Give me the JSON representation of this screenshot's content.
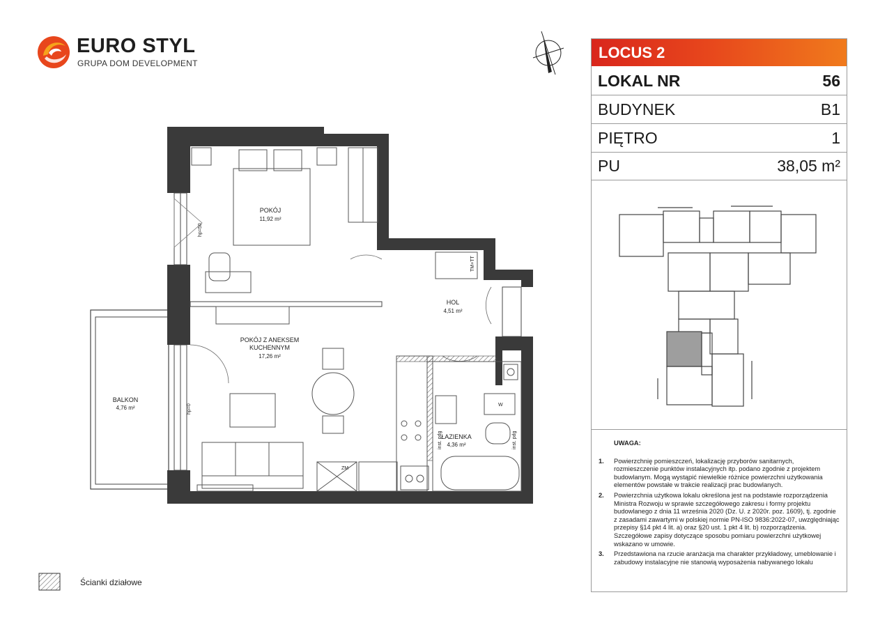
{
  "logo": {
    "brand": "EURO STYL",
    "subtitle": "GRUPA DOM DEVELOPMENT"
  },
  "header": {
    "title": "LOCUS 2"
  },
  "info_rows": [
    {
      "label": "LOKAL NR",
      "value": "56"
    },
    {
      "label": "BUDYNEK",
      "value": "B1"
    },
    {
      "label": "PIĘTRO",
      "value": "1"
    },
    {
      "label": "PU",
      "value": "38,05 m²"
    }
  ],
  "rooms": {
    "pokoj": {
      "name": "POKÓJ",
      "area": "11,92 m²"
    },
    "hol": {
      "name": "HOL",
      "area": "4,51 m²"
    },
    "pokoj_aneks": {
      "name_line1": "POKÓJ Z ANEKSEM",
      "name_line2": "KUCHENNYM",
      "area": "17,26 m²"
    },
    "balkon": {
      "name": "BALKON",
      "area": "4,76 m²"
    },
    "lazienka": {
      "name": "ŁAZIENKA",
      "area": "4,36 m²"
    }
  },
  "plan_marks": {
    "hp50": "hp=50",
    "hp0": "hp=0",
    "tm_tt": "TM+TT",
    "zm": "ZM",
    "w": "W",
    "inst1": "inst. pdg",
    "inst2": "inst. pdg"
  },
  "legend": {
    "label": "Ścianki działowe"
  },
  "notes": {
    "title": "UWAGA:",
    "items": [
      {
        "num": "1.",
        "text": "Powierzchnię pomieszczeń, lokalizację przyborów sanitarnych, rozmieszczenie punktów instalacyjnych itp. podano zgodnie z projektem budowlanym. Mogą wystąpić niewielkie różnice powierzchni użytkowania elementów powstałe w trakcie realizacji prac budowlanych."
      },
      {
        "num": "2.",
        "text": "Powierzchnia użytkowa lokalu określona jest na podstawie rozporządzenia Ministra Rozwoju w sprawie szczegółowego zakresu i formy projektu budowlanego z dnia 11 września 2020 (Dz. U. z 2020r. poz. 1609), tj. zgodnie z zasadami zawartymi w polskiej normie PN-ISO 9836:2022-07, uwzględniając przepisy §14 pkt 4 lit. a) oraz §20 ust. 1 pkt 4 lit. b) rozporządzenia. Szczegółowe zapisy dotyczące sposobu pomiaru powierzchni użytkowej wskazano w umowie."
      },
      {
        "num": "3.",
        "text": "Przedstawiona na rzucie aranżacja ma charakter przykładowy, umeblowanie i zabudowy instalacyjne nie stanowią wyposażenia nabywanego lokalu"
      }
    ]
  },
  "colors": {
    "accent_start": "#d9261c",
    "accent_end": "#f07a1c",
    "wall": "#3a3a3a",
    "highlight_unit": "#9e9e9e"
  },
  "icons": {
    "logo": "euro-styl-swirl-logo",
    "compass": "north-arrow-icon",
    "hatch": "hatch-pattern-icon"
  }
}
